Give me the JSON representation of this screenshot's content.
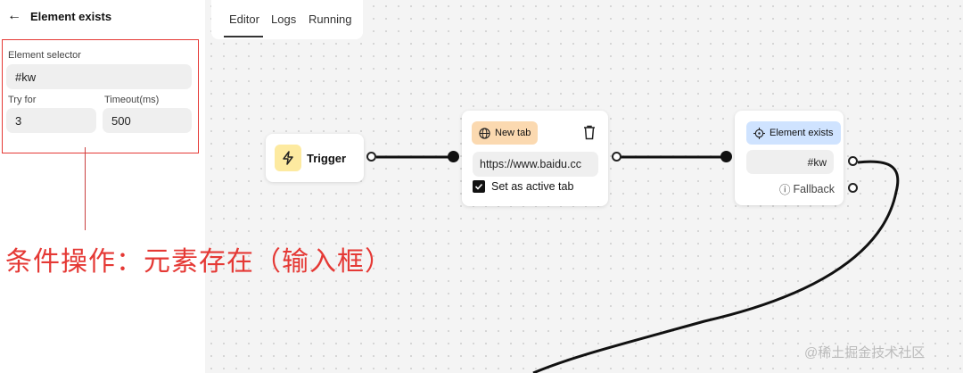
{
  "sidebar": {
    "title": "Element exists",
    "selector_label": "Element selector",
    "selector_value": "#kw",
    "try_for_label": "Try for",
    "try_for_value": "3",
    "timeout_label": "Timeout(ms)",
    "timeout_value": "500"
  },
  "annotation": "条件操作：元素存在（输入框）",
  "tabs": [
    "Editor",
    "Logs",
    "Running"
  ],
  "nodes": {
    "trigger": {
      "label": "Trigger",
      "color": "#fdeaa0"
    },
    "new_tab": {
      "label": "New tab",
      "url": "https://www.baidu.cc",
      "checkbox_label": "Set as active tab",
      "checked": true,
      "color": "#fbd9b0"
    },
    "element_exists": {
      "label": "Element exists",
      "selector": "#kw",
      "fallback_label": "Fallback",
      "color": "#cfe3ff"
    }
  },
  "watermark": "@稀土掘金技术社区",
  "icons": {
    "back": "arrow-left-icon",
    "trigger": "lightning-icon",
    "new_tab": "globe-icon",
    "delete": "trash-icon",
    "element_exists": "crosshair-icon",
    "fallback": "info-icon"
  }
}
